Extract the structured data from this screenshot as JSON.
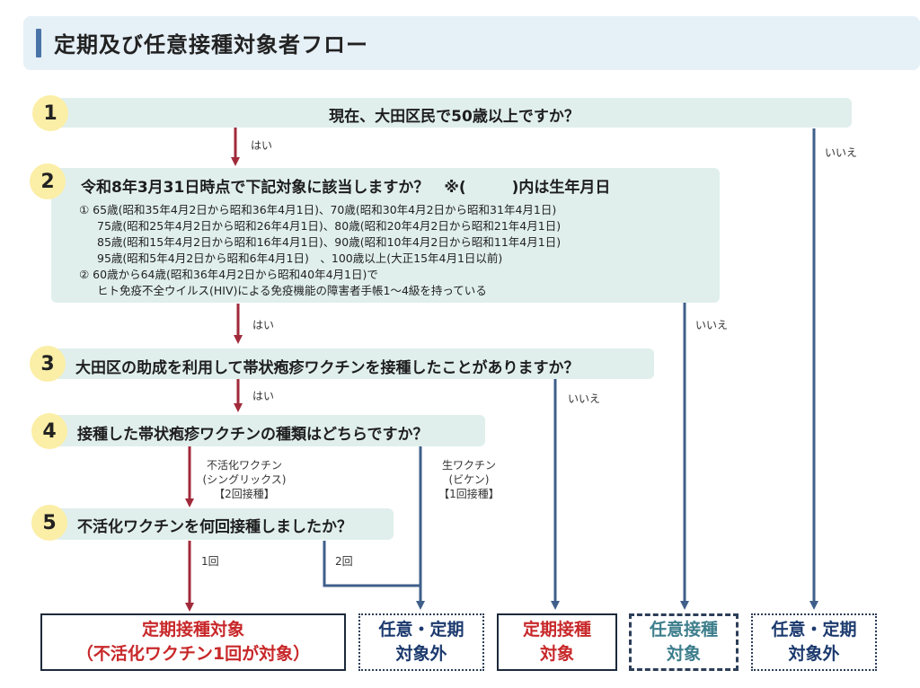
{
  "title": "定期及び任意接種対象者フロー",
  "questions": [
    {
      "num": "1",
      "text": "現在、大田区民で50歳以上ですか？"
    },
    {
      "num": "2",
      "text": "令和8年3月31日時点で下記対象に該当しますか？　※(　　　)内は生年月日",
      "details": [
        "① 65歳(昭和35年4月2日から昭和36年4月1日)、70歳(昭和30年4月2日から昭和31年4月1日)",
        "75歳(昭和25年4月2日から昭和26年4月1日)、80歳(昭和20年4月2日から昭和21年4月1日)",
        "85歳(昭和15年4月2日から昭和16年4月1日)、90歳(昭和10年4月2日から昭和11年4月1日)",
        "95歳(昭和5年4月2日から昭和6年4月1日)　、100歳以上(大正15年4月1日以前)",
        "② 60歳から64歳(昭和36年4月2日から昭和40年4月1日)で",
        "ヒト免疫不全ウイルス(HIV)による免疫機能の障害者手帳1～4級を持っている"
      ]
    },
    {
      "num": "3",
      "text": "大田区の助成を利用して帯状疱疹ワクチンを接種したことがありますか？"
    },
    {
      "num": "4",
      "text": "接種した帯状疱疹ワクチンの種類はどちらですか？"
    },
    {
      "num": "5",
      "text": "不活化ワクチンを何回接種しましたか？"
    }
  ],
  "labels": {
    "yes": "はい",
    "no": "いいえ",
    "inactivated_line1": "不活化ワクチン",
    "inactivated_line2": "(シングリックス)",
    "inactivated_line3": "【2回接種】",
    "live_line1": "生ワクチン",
    "live_line2": "(ビケン)",
    "live_line3": "【1回接種】",
    "once": "1回",
    "twice": "2回"
  },
  "results": [
    {
      "line1": "定期接種対象",
      "line2": "（不活化ワクチン1回が対象）"
    },
    {
      "line1": "任意・定期",
      "line2": "対象外"
    },
    {
      "line1": "定期接種",
      "line2": "対象"
    },
    {
      "line1": "任意接種",
      "line2": "対象"
    },
    {
      "line1": "任意・定期",
      "line2": "対象外"
    }
  ],
  "colors": {
    "yes_arrow": "#a12a3a",
    "no_arrow": "#3f5f8a",
    "question_bg": "#e0efec",
    "number_bg": "#fbeea6",
    "header_bg": "#e6f0f7",
    "result_red": "#c8282a",
    "result_navy": "#1c3a6e",
    "result_teal": "#3d7e8c"
  }
}
